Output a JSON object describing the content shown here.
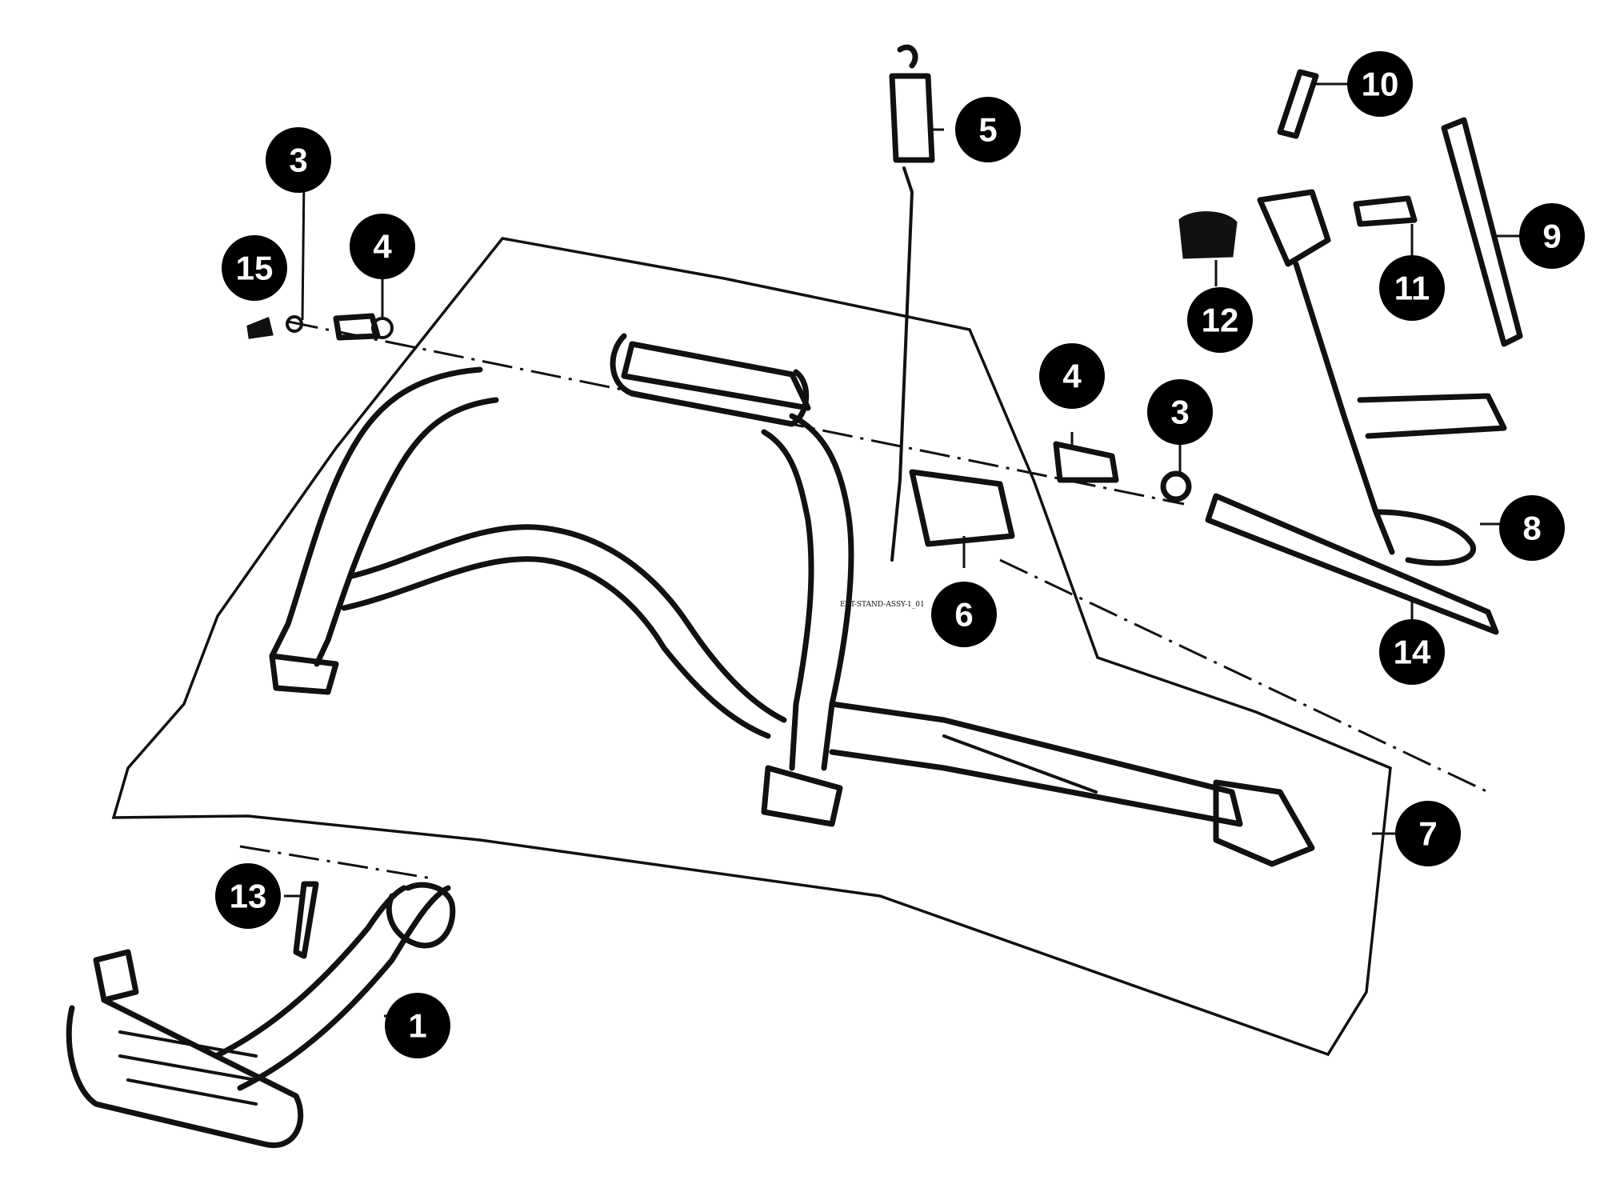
{
  "diagram": {
    "background": "#ffffff",
    "ink": "#111111",
    "callout_fill": "#000000",
    "callout_text_color": "#ffffff",
    "stamp_text": "EXT-STAND-ASSY-1_01",
    "callouts": [
      {
        "id": "c1",
        "label": "1"
      },
      {
        "id": "c3a",
        "label": "3"
      },
      {
        "id": "c3b",
        "label": "3"
      },
      {
        "id": "c4a",
        "label": "4"
      },
      {
        "id": "c4b",
        "label": "4"
      },
      {
        "id": "c5",
        "label": "5"
      },
      {
        "id": "c6",
        "label": "6"
      },
      {
        "id": "c7",
        "label": "7"
      },
      {
        "id": "c8",
        "label": "8"
      },
      {
        "id": "c9",
        "label": "9"
      },
      {
        "id": "c10",
        "label": "10"
      },
      {
        "id": "c11",
        "label": "11"
      },
      {
        "id": "c12",
        "label": "12"
      },
      {
        "id": "c13",
        "label": "13"
      },
      {
        "id": "c14",
        "label": "14"
      },
      {
        "id": "c15",
        "label": "15"
      }
    ]
  }
}
